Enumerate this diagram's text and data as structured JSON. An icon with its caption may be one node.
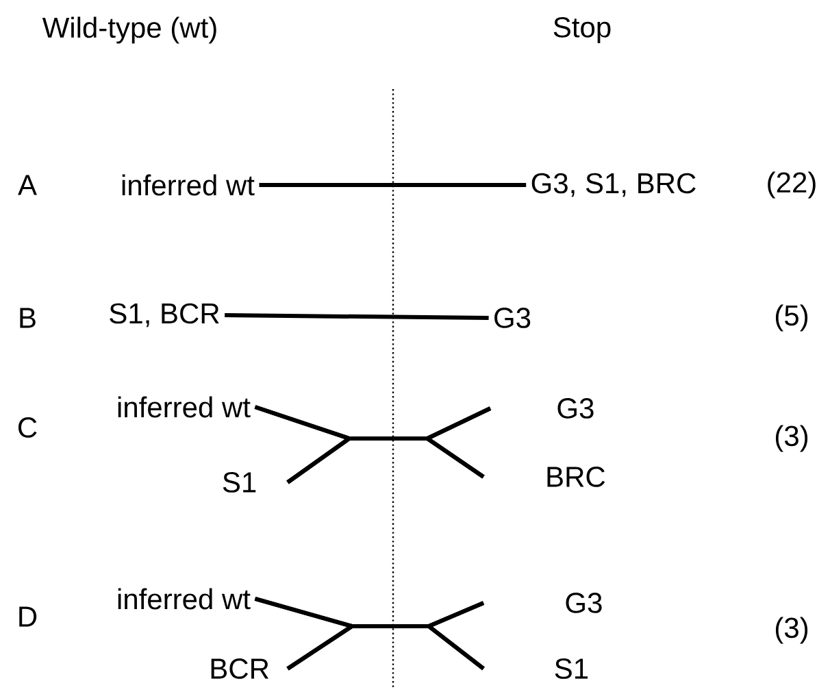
{
  "diagram": {
    "nodes": [
      {
        "text": [
          "inferred wt"
        ]
      },
      {
        "text": [
          "G3, S1, BRC"
        ]
      },
      {
        "text": [
          "S1, BCR"
        ]
      },
      {
        "text": [
          "G3"
        ]
      },
      {
        "text": [
          "inferred wt"
        ]
      },
      {
        "text": [
          "G3"
        ]
      },
      {
        "text": [
          "S1"
        ]
      },
      {
        "text": [
          "BRC"
        ]
      },
      {
        "text": [
          "inferred wt"
        ]
      },
      {
        "text": [
          "G3"
        ]
      },
      {
        "text": [
          "BCR"
        ]
      },
      {
        "text": [
          "S1"
        ]
      }
    ],
    "edges": [
      {
        "from": 0,
        "to": 1,
        "arrow": "none"
      },
      {
        "from": 2,
        "to": 3,
        "arrow": "none"
      },
      {
        "from": 4,
        "to": 5,
        "arrow": "none"
      },
      {
        "from": 4,
        "to": 7,
        "arrow": "none"
      },
      {
        "from": 6,
        "to": 5,
        "arrow": "none"
      },
      {
        "from": 6,
        "to": 7,
        "arrow": "none"
      },
      {
        "from": 8,
        "to": 9,
        "arrow": "none"
      },
      {
        "from": 8,
        "to": 11,
        "arrow": "none"
      },
      {
        "from": 10,
        "to": 9,
        "arrow": "none"
      },
      {
        "from": 10,
        "to": 11,
        "arrow": "none"
      }
    ],
    "labels": [
      "Wild-type (wt)",
      "Stop",
      "A",
      "(22)",
      "B",
      "(5)",
      "C",
      "(3)",
      "D",
      "(3)"
    ]
  }
}
